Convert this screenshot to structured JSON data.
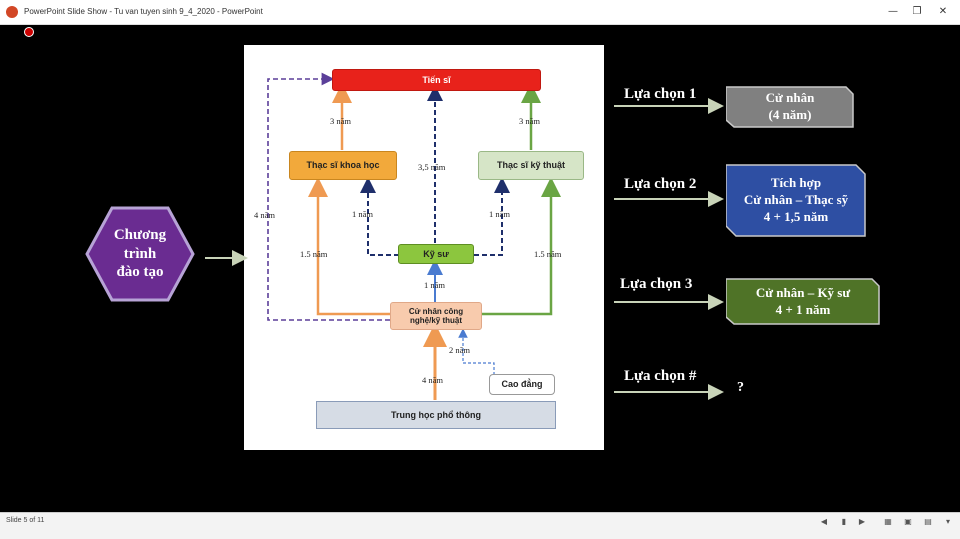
{
  "window": {
    "title": "PowerPoint Slide Show  -  Tu van tuyen sinh 9_4_2020  -  PowerPoint",
    "minimize": "—",
    "restore": "❐",
    "close": "✕"
  },
  "hexagon": {
    "line1": "Chương",
    "line2": "trình",
    "line3": "đào tạo",
    "color": "#6a2c91"
  },
  "diagram": {
    "tien_si": "Tiến sĩ",
    "thac_si_khoa_hoc": "Thạc sĩ khoa học",
    "thac_si_ky_thuat": "Thạc sĩ kỹ thuật",
    "ky_su": "Kỹ sư",
    "cu_nhan_line1": "Cử nhân công",
    "cu_nhan_line2": "nghệ/kỹ thuật",
    "cao_dang": "Cao đẳng",
    "thpt": "Trung học phổ thông",
    "labels": {
      "left_3nam": "3 năm",
      "right_3nam": "3 năm",
      "center_35nam": "3,5 năm",
      "left_4nam": "4 năm",
      "left_1nam": "1 năm",
      "right_1nam": "1 năm",
      "left_15nam": "1.5 năm",
      "right_15nam": "1.5 năm",
      "center_1nam": "1 năm",
      "cd_2nam": "2 năm",
      "bottom_4nam": "4 năm"
    },
    "colors": {
      "red": "#e8221b",
      "orange": "#f2a93b",
      "green_box": "#d6e5c7",
      "kysu": "#8cc63e",
      "peach": "#f8cbad",
      "gray": "#d6dce5",
      "navy": "#1f2f6b",
      "orange_line": "#ef9a52",
      "green_line": "#6aa544",
      "purple_dash": "#5b3f99"
    }
  },
  "options": [
    {
      "label": "Lựa chọn 1",
      "line1": "Cử nhân",
      "line2": "(4 năm)",
      "line3": "",
      "color": "#808080"
    },
    {
      "label": "Lựa chọn 2",
      "line1": "Tích hợp",
      "line2": "Cử nhân – Thạc sỹ",
      "line3": "4 + 1,5 năm",
      "color": "#2e4fa3"
    },
    {
      "label": "Lựa chọn 3",
      "line1": "Cử nhân – Kỹ sư",
      "line2": "4 + 1 năm",
      "line3": "",
      "color": "#4f7327"
    },
    {
      "label": "Lựa chọn #",
      "answer": "?"
    }
  ],
  "status": {
    "slide_indicator": "Slide 5 of 11",
    "icons": [
      "prev-icon",
      "notes-icon",
      "next-icon",
      "grid-icon",
      "fit-icon",
      "view-icon",
      "settings-icon"
    ]
  }
}
